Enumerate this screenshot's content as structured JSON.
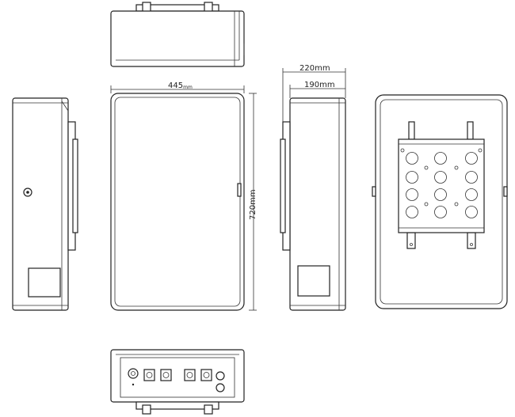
{
  "dimensions": {
    "width_front": "445",
    "width_front_unit": "mm",
    "height_front": "720mm",
    "depth_total": "220mm",
    "depth_body": "190mm"
  }
}
